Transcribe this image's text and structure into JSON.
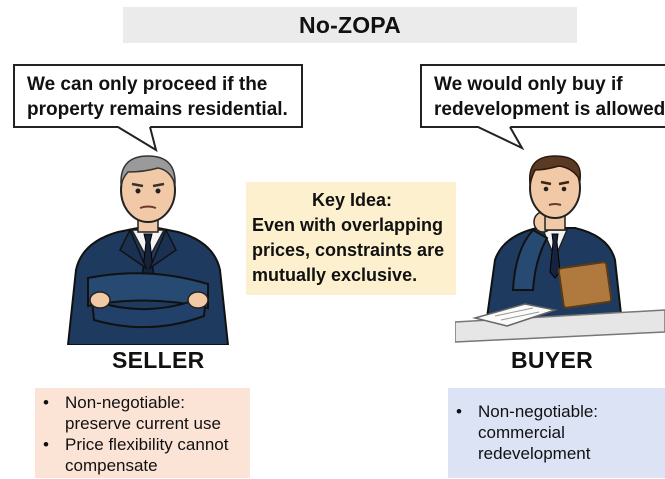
{
  "title": "No-ZOPA",
  "seller": {
    "speech": [
      "We can only proceed if the",
      "property remains residential."
    ],
    "label": "SELLER",
    "constraints": [
      [
        "Non-negotiable:",
        "preserve current use"
      ],
      [
        "Price flexibility cannot",
        "compensate"
      ]
    ],
    "box_color": "#fbe4d6"
  },
  "buyer": {
    "speech": [
      "We would only buy if",
      "redevelopment is allowed."
    ],
    "label": "BUYER",
    "constraints": [
      [
        "Non-negotiable:",
        "commercial",
        "redevelopment"
      ]
    ],
    "box_color": "#dbe3f4"
  },
  "key_idea": {
    "title": "Key Idea:",
    "lines": [
      "Even with overlapping",
      "prices, constraints are",
      "mutually exclusive."
    ],
    "box_color": "#fdf0cf"
  }
}
